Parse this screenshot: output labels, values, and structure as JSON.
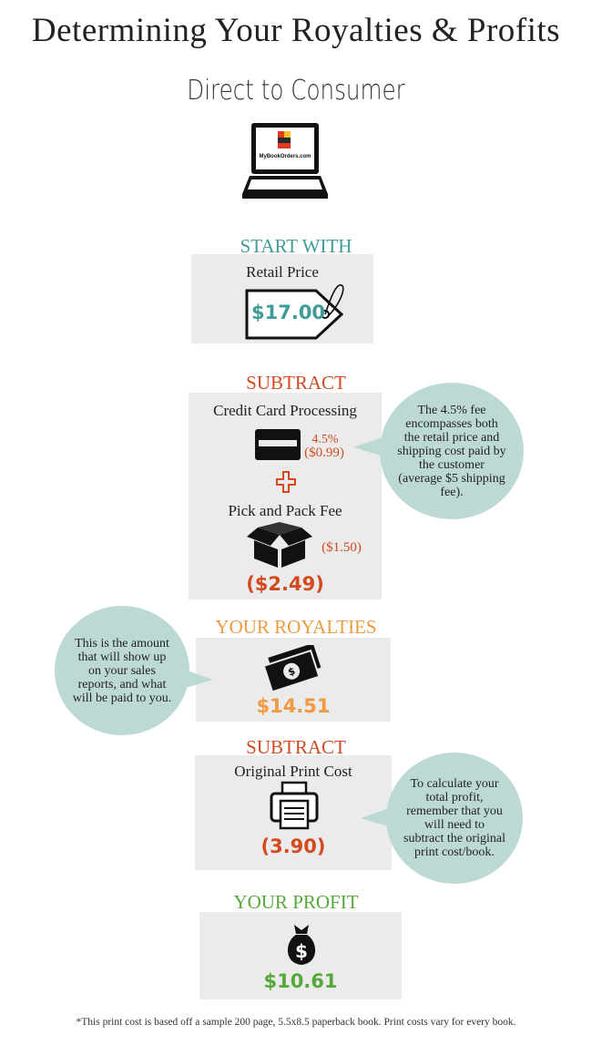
{
  "title": "Determining Your Royalties & Profits",
  "subtitle": "Direct to Consumer",
  "laptop": {
    "screen_text": "MyBookOrders.com"
  },
  "start": {
    "heading": "START WITH",
    "label": "Retail Price",
    "value": "$17.00"
  },
  "subtract1": {
    "heading": "SUBTRACT",
    "credit_label": "Credit Card Processing",
    "credit_pct": "4.5%",
    "credit_value": "($0.99)",
    "pick_label": "Pick and Pack Fee",
    "pick_value": "($1.50)",
    "total": "($2.49)",
    "bubble": "The 4.5% fee encompasses both the retail price and shipping cost paid by the customer (average $5 shipping fee)."
  },
  "royalties": {
    "heading": "YOUR ROYALTIES",
    "value": "$14.51",
    "bubble": "This is the amount that will show up on your sales reports, and what will be paid to you."
  },
  "subtract2": {
    "heading": "SUBTRACT",
    "label": "Original Print Cost",
    "value": "(3.90)",
    "bubble": "To calculate your total profit, remember that you will need to subtract the original print cost/book."
  },
  "profit": {
    "heading": "YOUR PROFIT",
    "value": "$10.61"
  },
  "footnote": "*This print cost is based off a sample 200 page, 5.5x8.5 paperback book. Print costs vary for every book.",
  "colors": {
    "teal": "#3f9c98",
    "orange": "#d24a1e",
    "gold": "#ef9a40",
    "green": "#56a83b",
    "box": "#ebebeb",
    "bubble": "#bdd9d6"
  }
}
